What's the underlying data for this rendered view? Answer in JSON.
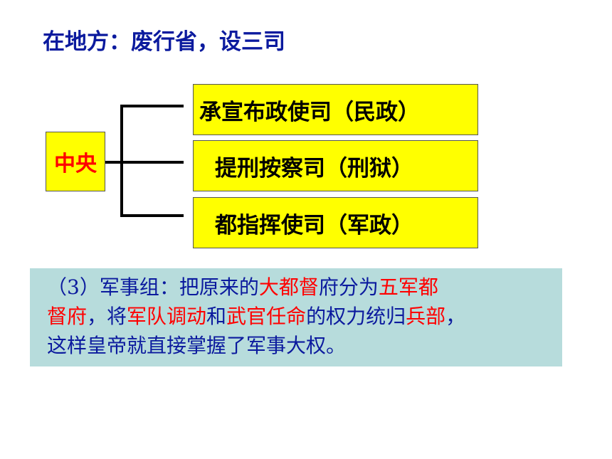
{
  "heading": "在地方：废行省，设三司",
  "center_label": "中央",
  "offices": [
    {
      "label": "承宣布政使司（民政）"
    },
    {
      "label": "提刑按察司（刑狱）"
    },
    {
      "label": "都指挥使司（军政）"
    }
  ],
  "note": {
    "line1": {
      "a": "（3）军事组：把原来的",
      "b": "大都督",
      "c": "府分为",
      "d": "五军都"
    },
    "line2": {
      "a": "督府",
      "b": "，将",
      "c": "军队调动",
      "d": "和",
      "e": "武官任命",
      "f": "的权力统归",
      "g": "兵部",
      "h": "，"
    },
    "line3": "这样皇帝就直接掌握了军事大权。"
  },
  "colors": {
    "heading_text": "#0b1a9e",
    "box_fill": "#ffff00",
    "center_text": "#ff0000",
    "note_fill": "#b7dcdc",
    "note_text": "#0b1a9e",
    "highlight_text": "#ff0000"
  }
}
